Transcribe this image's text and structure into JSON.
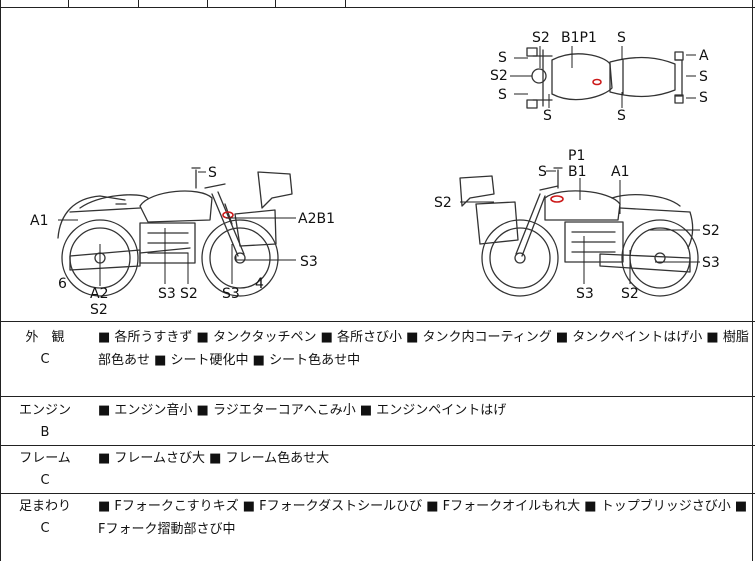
{
  "diagram": {
    "top_view_labels": {
      "s2_top": "S2",
      "b1p1": "B1P1",
      "s_top_right": "S",
      "s_left1": "S",
      "s2_left": "S2",
      "s_left3": "S",
      "s_bottom_left": "S",
      "s_bottom_mid": "S",
      "a_right": "A",
      "s_right1": "S",
      "s_right2": "S"
    },
    "left_view_labels": {
      "s_mirror": "S",
      "a1": "A1",
      "a2b1": "A2B1",
      "s3_right": "S3",
      "six": "6",
      "a2": "A2",
      "s2_under": "S2",
      "s3_a": "S3",
      "s2_a": "S2",
      "s3_b": "S3",
      "four": "4"
    },
    "right_view_labels": {
      "s_mirror": "S",
      "p1": "P1",
      "b1": "B1",
      "a1": "A1",
      "s2_left": "S2",
      "s2_right": "S2",
      "s3_right": "S3",
      "s3_bottom": "S3",
      "s2_bottom": "S2"
    }
  },
  "rows": [
    {
      "label": "外　観",
      "grade": "C",
      "text": "■ 各所うすきず ■ タンクタッチペン ■ 各所さび小 ■ タンク内コーティング ■ タンクペイントはげ小 ■ 樹脂部色あせ ■ シート硬化中 ■ シート色あせ中"
    },
    {
      "label": "エンジン",
      "grade": "B",
      "text": "■ エンジン音小 ■ ラジエターコアへこみ小 ■ エンジンペイントはげ"
    },
    {
      "label": "フレーム",
      "grade": "C",
      "text": "■ フレームさび大 ■ フレーム色あせ大"
    },
    {
      "label": "足まわり",
      "grade": "C",
      "text": "■ Fフォークこすりキズ ■ Fフォークダストシールひび ■ Fフォークオイルもれ大 ■ トップブリッジさび小 ■ Fフォーク摺動部さび中"
    }
  ],
  "colors": {
    "line": "#222222",
    "damage_mark": "#cc1a1a"
  }
}
